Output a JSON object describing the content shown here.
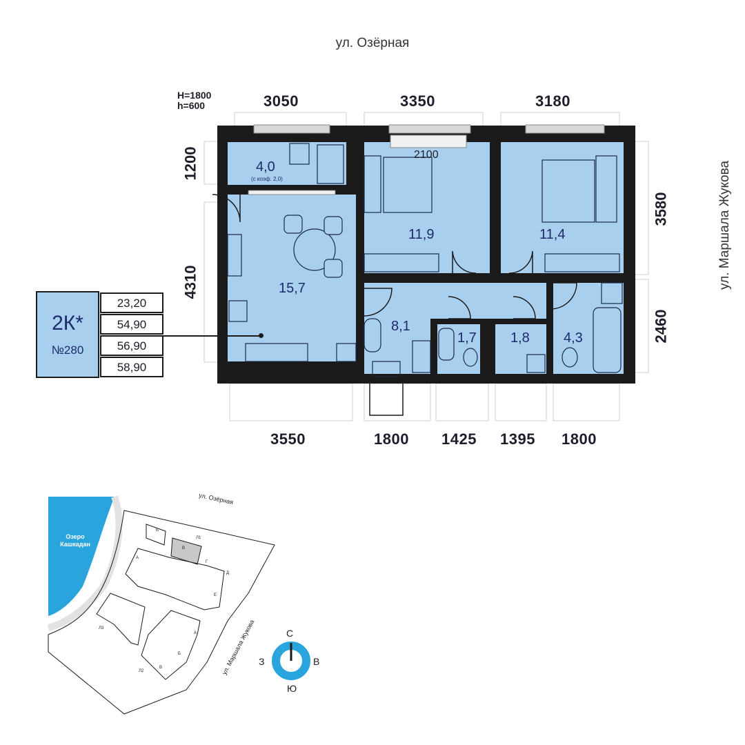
{
  "streets": {
    "top": "ул. Озёрная",
    "right": "ул. Маршала Жукова"
  },
  "window_note": {
    "H": "H=1800",
    "h": "h=600"
  },
  "dimensions": {
    "top": [
      "3050",
      "3350",
      "3180"
    ],
    "bottom": [
      "3550",
      "1800",
      "1425",
      "1395",
      "1800"
    ],
    "left": [
      "1200",
      "4310"
    ],
    "right": [
      "3580",
      "2460"
    ],
    "inner": "2100"
  },
  "rooms": [
    {
      "area": "4,0",
      "note": "(с коэф. 2,0)"
    },
    {
      "area": "15,7"
    },
    {
      "area": "11,9"
    },
    {
      "area": "11,4"
    },
    {
      "area": "8,1"
    },
    {
      "area": "1,7"
    },
    {
      "area": "1,8"
    },
    {
      "area": "4,3"
    }
  ],
  "apartment": {
    "code": "2К*",
    "number": "№280",
    "values": [
      "23,20",
      "54,90",
      "56,90",
      "58,90"
    ]
  },
  "site_plan": {
    "street_top": "ул. Озёрная",
    "street_diag": "ул. Маршала Жукова",
    "lake": [
      "Озеро",
      "Кашкадан"
    ],
    "labels": [
      "Б",
      "Л1",
      "В",
      "Г",
      "Д",
      "Е",
      "А",
      "Л3",
      "Л2",
      "А",
      "Б",
      "В"
    ]
  },
  "compass": {
    "n": "С",
    "e": "В",
    "s": "Ю",
    "w": "З"
  },
  "colors": {
    "room": "#a8cfee",
    "wall": "#1a1a1a",
    "lake": "#29a4dd",
    "compass": "#29a4dd"
  }
}
